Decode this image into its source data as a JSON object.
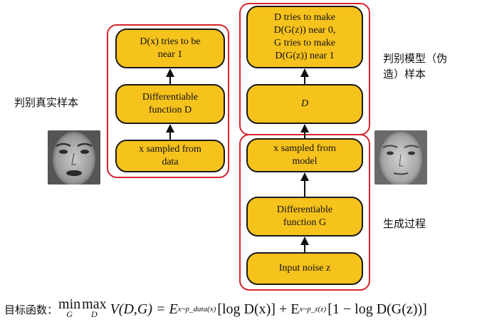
{
  "labels": {
    "real_sample": "判别真实样本",
    "fake_sample_line1": "判别模型（伪",
    "fake_sample_line2": "造）样本",
    "generation": "生成过程"
  },
  "left_column": {
    "top_line1": "D(x) tries to be",
    "top_line2": "near 1",
    "mid_line1": "Differentiable",
    "mid_line2": "function D",
    "bottom_line1": "x sampled from",
    "bottom_line2": "data"
  },
  "right_column": {
    "top_line1": "D tries to make",
    "top_line2": "D(G(z)) near 0,",
    "top_line3": "G tries to make",
    "top_line4": "D(G(z)) near 1",
    "d_label": "D",
    "model_line1": "x sampled from",
    "model_line2": "model",
    "gen_line1": "Differentiable",
    "gen_line2": "function G",
    "noise": "Input noise z"
  },
  "formula": {
    "label": "目标函数：",
    "min": "min",
    "min_sub": "G",
    "max": "max",
    "max_sub": "D",
    "expression": "V(D,G) = E",
    "sub1": "x~p_data(x)",
    "term1": "[log D(x)] + E",
    "sub2": "x~p_z(z)",
    "term2": "[1 − log D(G(z))]"
  },
  "colors": {
    "node_fill": "#f6c21c",
    "group_border": "#d8232a"
  },
  "icons": {
    "left_face": "face-photo-real",
    "right_face": "face-photo-generated"
  }
}
